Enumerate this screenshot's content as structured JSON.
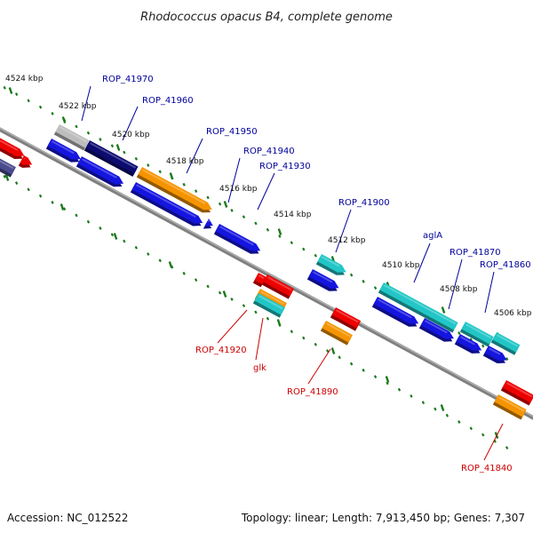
{
  "title": "Rhodococcus opacus B4, complete genome",
  "footer": {
    "accession": "Accession: NC_012522",
    "summary": "Topology: linear; Length: 7,913,450 bp; Genes: 7,307"
  },
  "colors": {
    "blue": "#1515e0",
    "red": "#ee0000",
    "orange": "#f59400",
    "cyan": "#22c6c6",
    "navy": "#0b0b70",
    "gray": "#bdbdbd",
    "slate": "#4a4a8e",
    "tick": "#1a7a1a",
    "label_top": "#00009a",
    "label_bottom": "#cc0000",
    "axis": "#808080"
  },
  "scale_labels": [
    "4524 kbp",
    "4522 kbp",
    "4520 kbp",
    "4518 kbp",
    "4516 kbp",
    "4514 kbp",
    "4512 kbp",
    "4510 kbp",
    "4508 kbp",
    "4506 kbp"
  ],
  "gene_labels_top": [
    "ROP_41970",
    "ROP_41960",
    "ROP_41950",
    "ROP_41940",
    "ROP_41930",
    "ROP_41900",
    "aglA",
    "ROP_41870",
    "ROP_41860"
  ],
  "gene_labels_bottom": [
    "ROP_41920",
    "glk",
    "ROP_41890",
    "ROP_41840"
  ]
}
